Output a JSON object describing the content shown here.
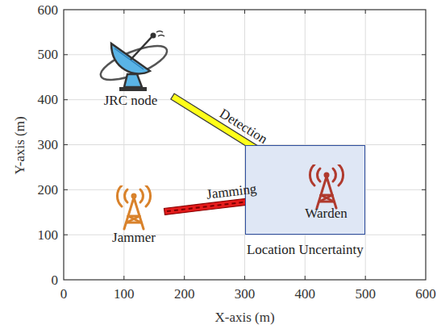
{
  "diagram": {
    "nodes": [
      {
        "text": [
          "JRC node"
        ]
      },
      {
        "text": [
          "Location Uncertainty"
        ]
      },
      {
        "text": [
          "Warden"
        ],
        "in": 1
      },
      {
        "text": [
          "Jammer"
        ]
      }
    ],
    "edges": [
      {
        "from": 0,
        "to": 2,
        "label": "Detection",
        "arrow": "to"
      },
      {
        "from": 3,
        "to": 2,
        "label": "Jamming",
        "arrow": "to"
      }
    ],
    "labels": [
      "0",
      "100",
      "200",
      "300",
      "400",
      "500",
      "600",
      "0",
      "100",
      "200",
      "300",
      "400",
      "500",
      "600",
      "X-axis (m)",
      "Y-axis (m)"
    ]
  }
}
